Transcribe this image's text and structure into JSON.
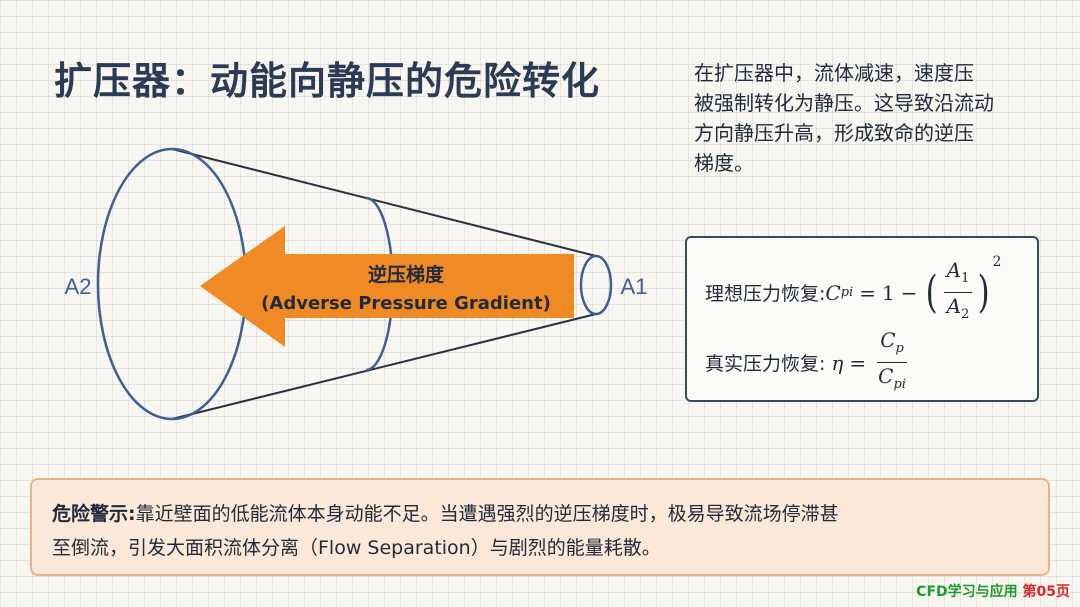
{
  "title": "扩压器：动能向静压的危险转化",
  "intro_lines": [
    "在扩压器中，流体减速，速度压",
    "被强制转化为静压。这导致沿流动",
    "方向静压升高，形成致命的逆压",
    "梯度。"
  ],
  "diagram": {
    "label_left": "A2",
    "label_right": "A1",
    "arrow_title": "逆压梯度",
    "arrow_subtitle": "(Adverse Pressure Gradient)",
    "colors": {
      "outline": "#3d5f96",
      "arrow": "#f08a24",
      "lines": "#2a3140"
    }
  },
  "formulas": {
    "ideal_label": "理想压力恢复:",
    "real_label": "真实压力恢复:"
  },
  "warning": {
    "heading": "危险警示:",
    "line1": "靠近壁面的低能流体本身动能不足。当遭遇强烈的逆压梯度时，极易导致流场停滞甚",
    "line2": "至倒流，引发大面积流体分离（Flow Separation）与剧烈的能量耗散。"
  },
  "footer": {
    "brand": "CFD学习与应用 ",
    "page": "第05页"
  }
}
